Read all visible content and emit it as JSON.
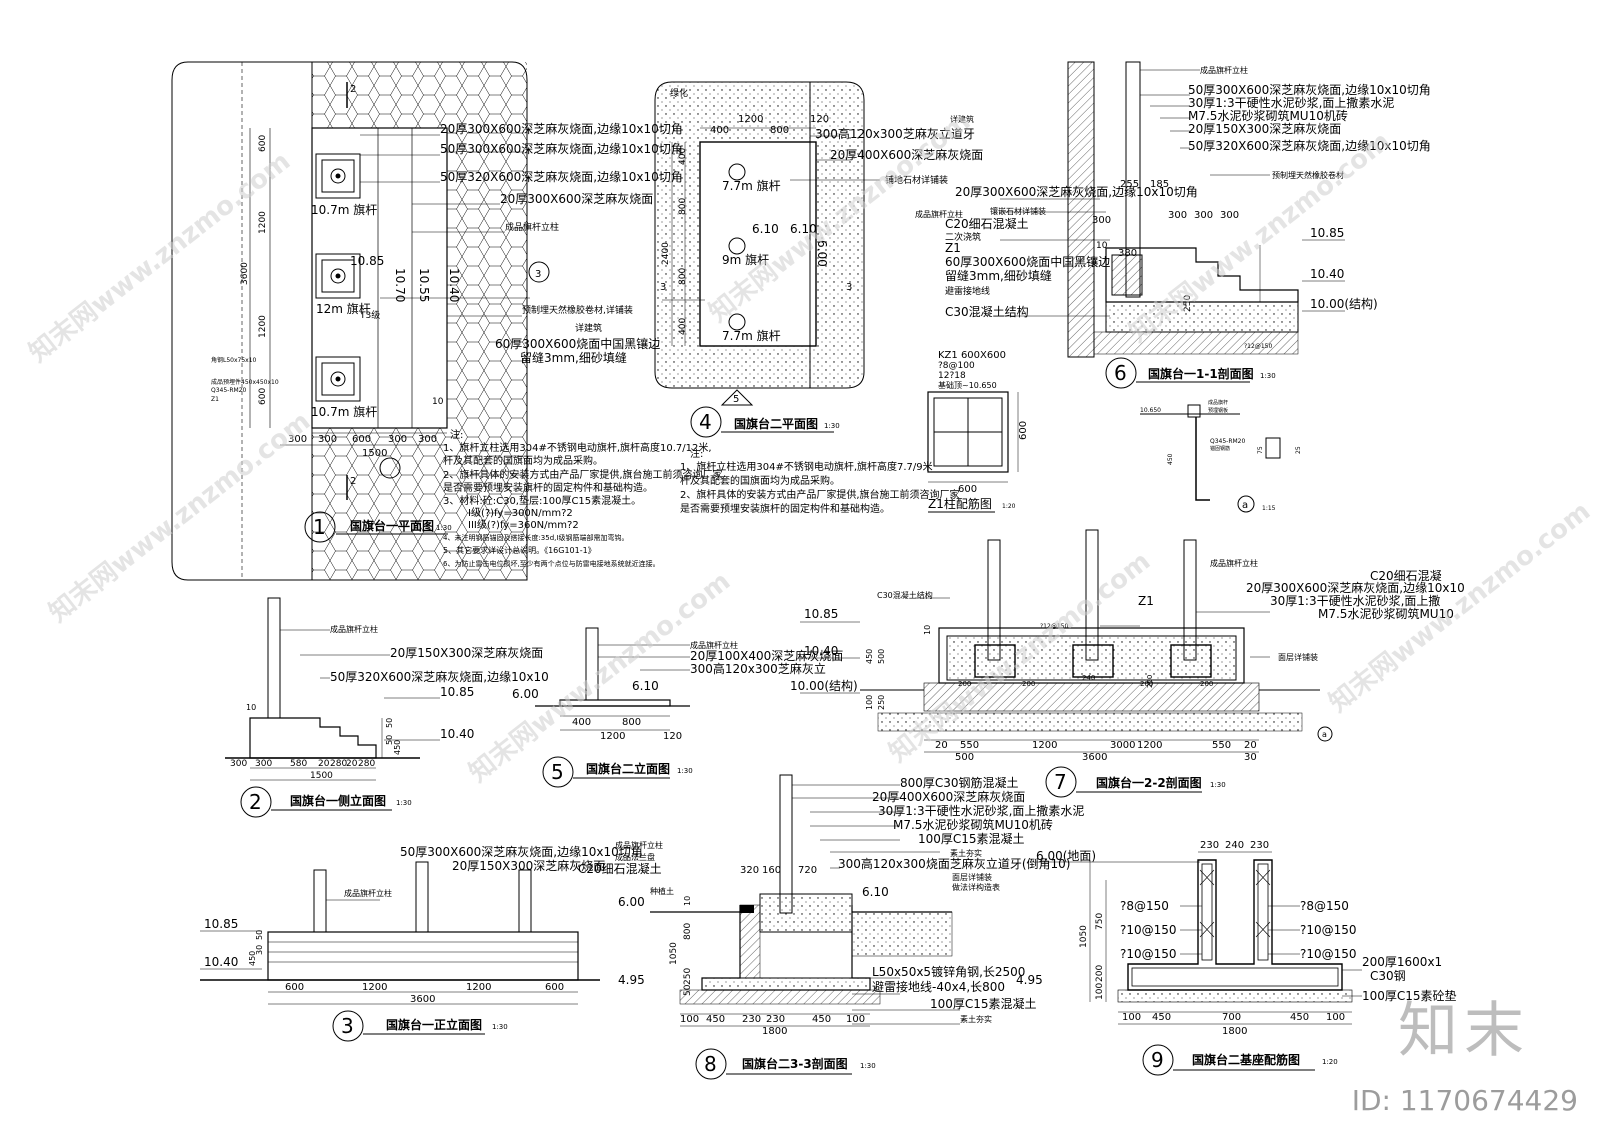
{
  "watermark": {
    "text": "知末网www.znzmo.com",
    "brand": "知末",
    "id_label": "ID: 1170674429"
  },
  "titles": {
    "t1": {
      "num": "1",
      "name": "国旗台一平面图",
      "scale": "1:30"
    },
    "t2": {
      "num": "2",
      "name": "国旗台一侧立面图",
      "scale": "1:30"
    },
    "t3": {
      "num": "3",
      "name": "国旗台一正立面图",
      "scale": "1:30"
    },
    "t4": {
      "num": "4",
      "name": "国旗台二平面图",
      "scale": "1:30"
    },
    "t5": {
      "num": "5",
      "name": "国旗台二立面图",
      "scale": "1:30"
    },
    "t6": {
      "num": "6",
      "name": "国旗台一1-1剖面图",
      "scale": "1:30"
    },
    "t7": {
      "num": "7",
      "name": "国旗台一2-2剖面图",
      "scale": "1:30"
    },
    "t8": {
      "num": "8",
      "name": "国旗台二3-3剖面图",
      "scale": "1:30"
    },
    "t9": {
      "num": "9",
      "name": "国旗台二基座配筋图",
      "scale": "1:20"
    },
    "z1": {
      "name": "Z1柱配筋图",
      "scale": "1:20"
    },
    "da": {
      "num": "a",
      "scale": "1:15"
    }
  },
  "v1": {
    "mats": [
      "20厚300X600深芝麻灰烧面,边缘10x10切角",
      "50厚300X600深芝麻灰烧面,边缘10x10切角",
      "50厚320X600深芝麻灰烧面,边缘10x10切角",
      "20厚300X600深芝麻灰烧面",
      "成品旗杆立柱",
      "预制埋天然橡胶卷材,详铺装",
      "详建筑",
      "60厚300X600烧面中国黑镶边",
      "留缝3mm,细砂填缝"
    ],
    "poles": [
      "10.7m 旗杆",
      "12m 旗杆",
      "10.7m 旗杆"
    ],
    "elev": [
      "10.85",
      "10.70",
      "10.55",
      "10.40"
    ],
    "dims_v": [
      "600",
      "1200",
      "3600",
      "1200",
      "600"
    ],
    "dims_h": [
      "300",
      "300",
      "600",
      "300",
      "300",
      "1500"
    ],
    "misc": [
      "T3级",
      "2",
      "2",
      "3",
      "10"
    ],
    "small": [
      "角钢L50x75x10",
      "成品预埋件450x450x10",
      "Q345-RM20",
      "Z1"
    ],
    "notes": [
      "注:",
      "1、旗杆立柱选用304#不锈钢电动旗杆,旗杆高度10.7/12米,",
      "杆及其配套的国旗面均为成品采购。",
      "2、旗杆具体的安装方式由产品厂家提供,旗台施工前须咨询厂家",
      "是否需要预埋安装旗杆的固定构件和基础构造。",
      "3、材料:砼:C30,垫层:100厚C15素混凝土。",
      "I级(?)fy=300N/mm?2",
      "III级(?)fy=360N/mm?2",
      "4、未注明钢筋锚固及搭接长度:35d,I级钢筋端部需加弯钩。",
      "5、其它要求详设计总说明。《16G101-1》",
      "6、为防止雷击电位损坏,至少有两个点位与防雷电接地系统就近连接。"
    ]
  },
  "v4": {
    "green": "绿化",
    "mats": [
      "300高120x300芝麻灰立道牙",
      "20厚400X600深芝麻灰烧面",
      "铺地石材详铺装"
    ],
    "poles": [
      "7.7m 旗杆",
      "9m 旗杆",
      "7.7m 旗杆"
    ],
    "dims_top": [
      "1200",
      "120",
      "400",
      "800"
    ],
    "dims_left": [
      "2400",
      "400",
      "800",
      "800",
      "400"
    ],
    "elev": [
      "6.10",
      "6.10",
      "6.00"
    ],
    "sec": [
      "3",
      "3",
      "5"
    ],
    "notes": [
      "注:",
      "1、旗杆立柱选用304#不锈钢电动旗杆,旗杆高度7.7/9米",
      "杆及其配套的国旗面均为成品采购。",
      "2、旗杆具体的安装方式由产品厂家提供,旗台施工前须咨询厂家",
      "是否需要预埋安装旗杆的固定构件和基础构造。"
    ]
  },
  "z1": {
    "head": [
      "KZ1 600X600",
      "?8@100",
      "12?18",
      "基础顶~10.650"
    ],
    "dims": [
      "600",
      "600"
    ]
  },
  "v6": {
    "mats": [
      "成品旗杆立柱",
      "50厚300X600深芝麻灰烧面,边缘10x10切角",
      "30厚1:3干硬性水泥砂浆,面上撒素水泥",
      "M7.5水泥砂浆砌筑MU10机砖",
      "20厚150X300深芝麻灰烧面",
      "50厚320X600深芝麻灰烧面,边缘10x10切角",
      "预制埋天然橡胶卷材",
      "详建筑",
      "20厚300X600深芝麻灰烧面,边缘10x10切角",
      "镶嵌石材详铺装",
      "成品旗杆立柱",
      "C20细石混凝土",
      "二次浇筑",
      "Z1",
      "60厚300X600烧面中国黑镶边",
      "留缝3mm,细砂填缝",
      "避雷接地线",
      "C30混凝土结构"
    ],
    "dims": [
      "255",
      "185",
      "300",
      "300",
      "300",
      "300",
      "10",
      "380",
      "250",
      "?12@150"
    ],
    "elev": [
      "10.85",
      "10.40",
      "10.00(结构)"
    ]
  },
  "da": {
    "labels": [
      "10.650",
      "成品旗杆",
      "预埋钢板",
      "Q345-RM20",
      "锚固钢筋"
    ],
    "dims": [
      "450",
      "75",
      "25"
    ]
  },
  "v2": {
    "mats": [
      "成品旗杆立柱",
      "20厚150X300深芝麻灰烧面",
      "50厚320X600深芝麻灰烧面,边缘10x10"
    ],
    "elev": [
      "10.85",
      "10.40"
    ],
    "dims": [
      "300",
      "300",
      "580",
      "20",
      "280",
      "20",
      "280",
      "1500",
      "50",
      "50",
      "450",
      "10"
    ]
  },
  "v5": {
    "mats": [
      "成品旗杆立柱",
      "20厚100X400深芝麻灰烧面",
      "300高120x300芝麻灰立"
    ],
    "elev": [
      "6.00",
      "6.10"
    ],
    "dims": [
      "400",
      "800",
      "1200",
      "120"
    ]
  },
  "v7": {
    "mats": [
      "C30混凝土结构",
      "成品旗杆立柱",
      "Z1",
      "C20细石混凝",
      "20厚300X600深芝麻灰烧面,边缘10x10",
      "30厚1:3干硬性水泥砂浆,面上撒",
      "M7.5水泥砂浆砌筑MU10",
      "面层详铺装",
      "?12@150"
    ],
    "elev": [
      "10.85",
      "10.40",
      "10.00(结构)"
    ],
    "dims_a": [
      "20",
      "550",
      "1200",
      "3000",
      "1200",
      "550",
      "20"
    ],
    "dims_b": [
      "500",
      "3600",
      "30"
    ],
    "inner": [
      "200",
      "200",
      "240",
      "200",
      "200",
      "250",
      "10",
      "450",
      "500",
      "100",
      "250"
    ],
    "ref": "a"
  },
  "v3": {
    "mat": "成品旗杆立柱",
    "elev": [
      "10.85",
      "10.40"
    ],
    "dims": [
      "600",
      "1200",
      "1200",
      "600",
      "3600",
      "450",
      "50",
      "30"
    ]
  },
  "v8": {
    "mats": [
      "800厚C30钢筋混凝土",
      "20厚400X600深芝麻灰烧面",
      "30厚1:3干硬性水泥砂浆,面上撒素水泥",
      "M7.5水泥砂浆砌筑MU10机砖",
      "100厚C15素混凝土",
      "素土夯实",
      "300高120x300烧面芝麻灰立道牙(倒角10)",
      "面层详铺装",
      "做法详构造表",
      "50厚300X600深芝麻灰烧面,边缘10x10切角",
      "20厚150X300深芝麻灰烧面",
      "成品旗杆立柱",
      "成品法兰盘",
      "C20细石混凝土",
      "种植土",
      "L50x50x5镀锌角钢,长2500",
      "避雷接地线-40x4,长800",
      "100厚C15素混凝土",
      "素土夯实"
    ],
    "elev": [
      "6.00",
      "6.10",
      "4.95",
      "4.95"
    ],
    "dims_h": [
      "100",
      "450",
      "230",
      "230",
      "450",
      "100",
      "1800",
      "320",
      "160",
      "720"
    ],
    "dims_v": [
      "800",
      "1050",
      "250",
      "50",
      "10"
    ]
  },
  "v9": {
    "top": [
      "230",
      "240",
      "230"
    ],
    "left": [
      "?8@150",
      "?10@150",
      "?10@150"
    ],
    "right": [
      "?8@150",
      "?10@150",
      "?10@150"
    ],
    "mats": [
      "200厚1600x1",
      "C30钢",
      "100厚C15素砼垫"
    ],
    "elev": "6.00(地面)",
    "dims_h": [
      "100",
      "450",
      "700",
      "450",
      "100",
      "1800"
    ],
    "dims_v": [
      "1050",
      "750",
      "100",
      "200"
    ]
  }
}
